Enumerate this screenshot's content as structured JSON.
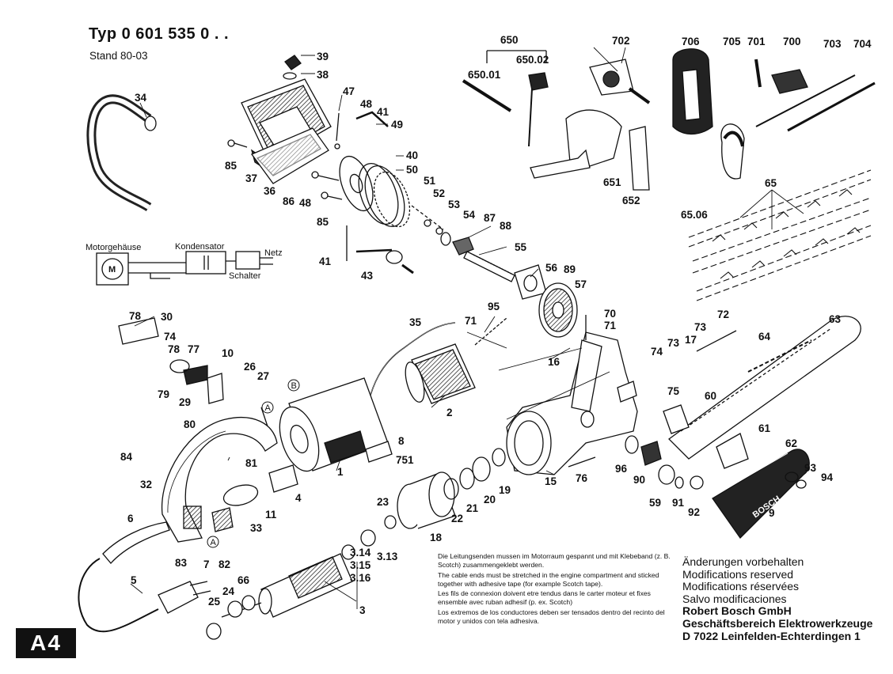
{
  "header": {
    "title": "Typ 0 601 535 0 . .",
    "stand": "Stand 80-03"
  },
  "wiring": {
    "motor_housing": "Motorgehäuse",
    "capacitor": "Kondensator",
    "mains": "Netz",
    "switch": "Schalter",
    "motor_symbol": "M"
  },
  "part_numbers": {
    "p39": "39",
    "p38": "38",
    "p34": "34",
    "p85a": "85",
    "p37": "37",
    "p36": "36",
    "p47": "47",
    "p48a": "48",
    "p41a": "41",
    "p49": "49",
    "p40": "40",
    "p50": "50",
    "p51": "51",
    "p52": "52",
    "p53": "53",
    "p54": "54",
    "p87": "87",
    "p88": "88",
    "p86": "86",
    "p48b": "48",
    "p85b": "85",
    "p41b": "41",
    "p43": "43",
    "p55": "55",
    "p56": "56",
    "p89": "89",
    "p57": "57",
    "p650": "650",
    "p650_01": "650.01",
    "p650_02": "650.02",
    "p651": "651",
    "p652": "652",
    "p702": "702",
    "p706": "706",
    "p705": "705",
    "p701": "701",
    "p700": "700",
    "p703": "703",
    "p704": "704",
    "p65": "65",
    "p65_06": "65.06",
    "p78a": "78",
    "p30": "30",
    "p74a": "74",
    "p78b": "78",
    "p77": "77",
    "p10": "10",
    "p26": "26",
    "p27": "27",
    "p79": "79",
    "p29": "29",
    "p35": "35",
    "p95": "95",
    "p71a": "71",
    "p70": "70",
    "p71b": "71",
    "p72": "72",
    "p73a": "73",
    "p17": "17",
    "p73b": "73",
    "p74b": "74",
    "p64": "64",
    "p63": "63",
    "p16": "16",
    "p2": "2",
    "p75": "75",
    "p60": "60",
    "p80": "80",
    "p84": "84",
    "p81": "81",
    "p8": "8",
    "p751": "751",
    "p1": "1",
    "p32": "32",
    "p4": "4",
    "p11": "11",
    "p6": "6",
    "p33": "33",
    "p83": "83",
    "p7": "7",
    "p82": "82",
    "p5": "5",
    "p66": "66",
    "p24": "24",
    "p25": "25",
    "p3": "3",
    "p3_14": "3.14",
    "p3_15": "3.15",
    "p3_16": "3.16",
    "p3_13": "3.13",
    "p23": "23",
    "p18": "18",
    "p22": "22",
    "p21": "21",
    "p20": "20",
    "p19": "19",
    "p15": "15",
    "p76": "76",
    "p96": "96",
    "p90": "90",
    "p59": "59",
    "p91": "91",
    "p92": "92",
    "p61": "61",
    "p62": "62",
    "p93": "93",
    "p94": "94",
    "p9": "9",
    "ref_a1": "A",
    "ref_b1": "B",
    "ref_a2": "A"
  },
  "guard_brand": "BOSCH",
  "cable_note": {
    "de": "Die Leitungsenden mussen im Motorraum gespannt und mit Klebeband (z. B. Scotch) zusammengeklebt werden.",
    "en": "The cable ends must be stretched in the engine compartment and sticked together with adhesive tape (for example Scotch tape).",
    "fr": "Les fils de connexion doivent etre tendus dans le carter moteur et fixes ensemble avec ruban adhesif (p. ex. Scotch)",
    "es": "Los extremos de los conductores deben ser tensados dentro del recinto del motor y unidos con tela adhesiva."
  },
  "disclaimer": {
    "de": "Änderungen vorbehalten",
    "en": "Modifications reserved",
    "fr": "Modifications réservées",
    "es": "Salvo modificaciones"
  },
  "company": {
    "name": "Robert Bosch GmbH",
    "division": "Geschäftsbereich Elektrowerkzeuge",
    "address": "D 7022 Leinfelden-Echterdingen 1"
  },
  "page_badge": "A4"
}
